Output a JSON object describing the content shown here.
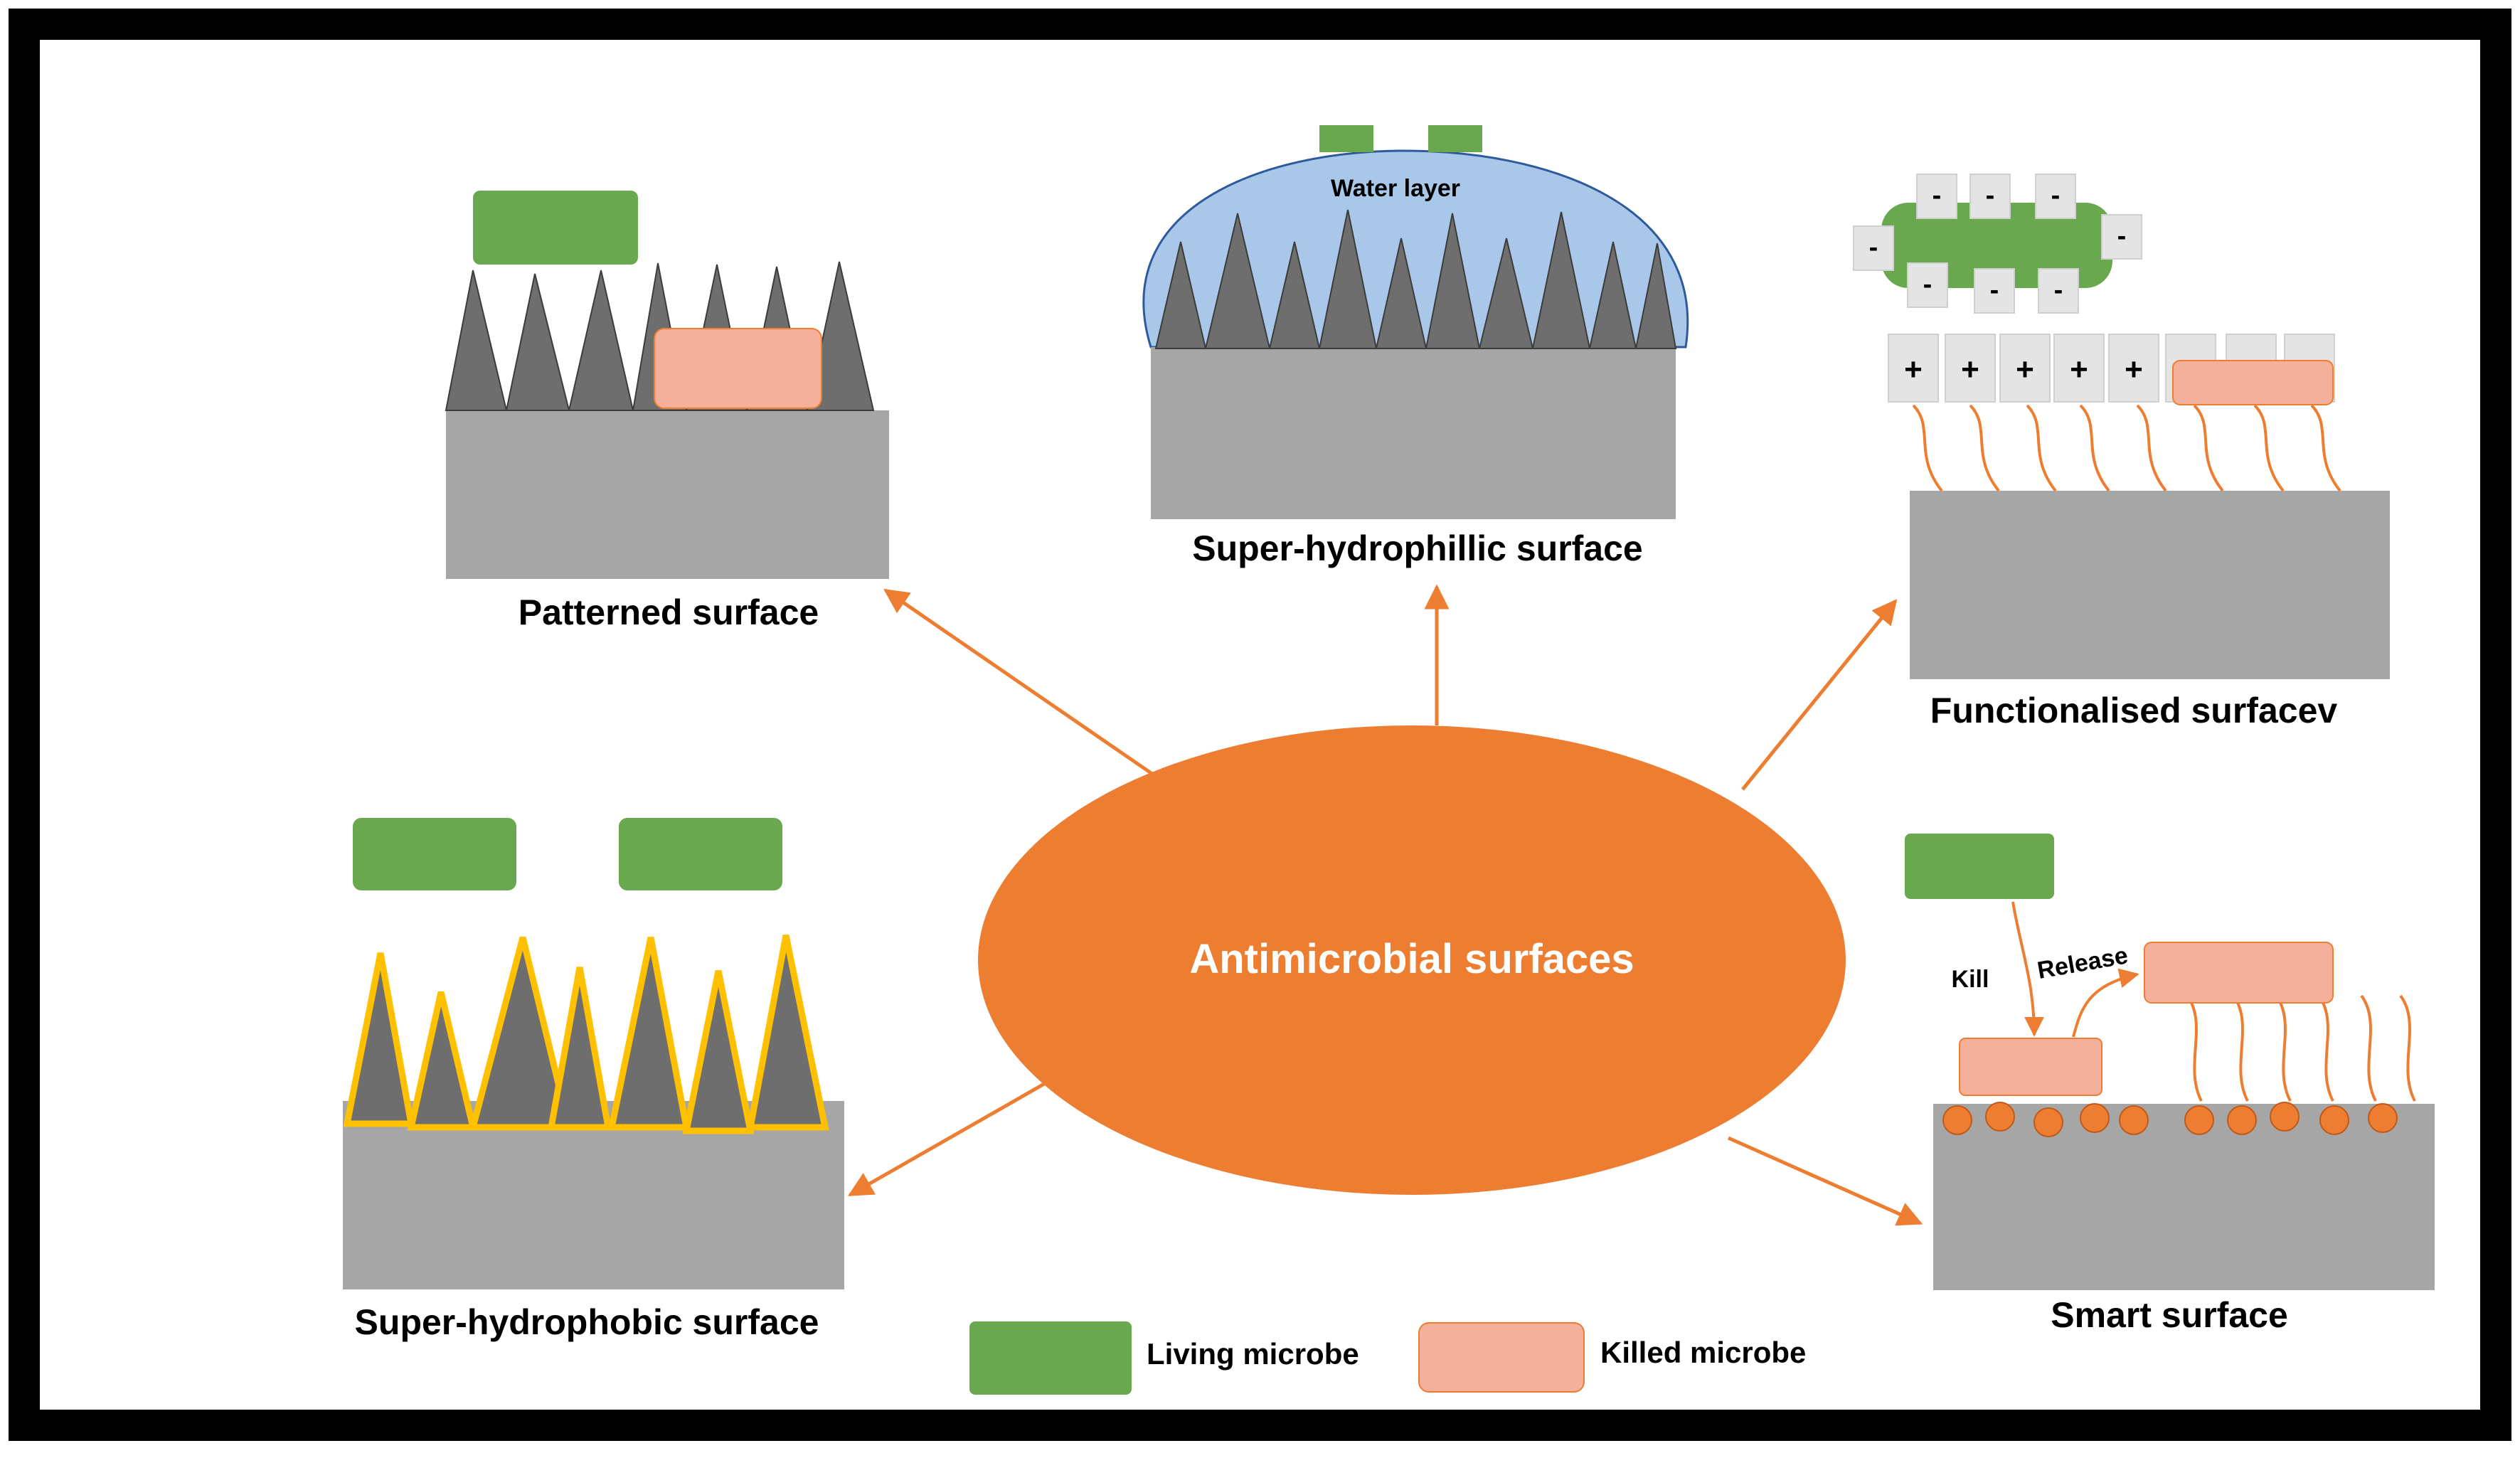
{
  "center": {
    "label": "Antimicrobial surfaces"
  },
  "panels": {
    "patterned": {
      "label": "Patterned surface"
    },
    "hydrophilic": {
      "label": "Super-hydrophillic surface",
      "water_label": "Water layer"
    },
    "functionalised": {
      "label": "Functionalised surfacev",
      "negative_sign": "-",
      "positive_sign": "+"
    },
    "hydrophobic": {
      "label": "Super-hydrophobic surface"
    },
    "smart": {
      "label": "Smart surface",
      "kill_label": "Kill",
      "release_label": "Release"
    }
  },
  "legend": {
    "living": {
      "label": "Living microbe",
      "color": "#6aa84f"
    },
    "killed": {
      "label": "Killed microbe",
      "color": "#f4b09a"
    }
  },
  "colors": {
    "frame": "#000000",
    "accent": "#ed7d31",
    "substrate": "#a6a6a6",
    "spike": "#6e6e6e",
    "water": "#a9c7e8",
    "yellow_coating": "#ffc000",
    "charge_box": "#e4e4e4"
  }
}
